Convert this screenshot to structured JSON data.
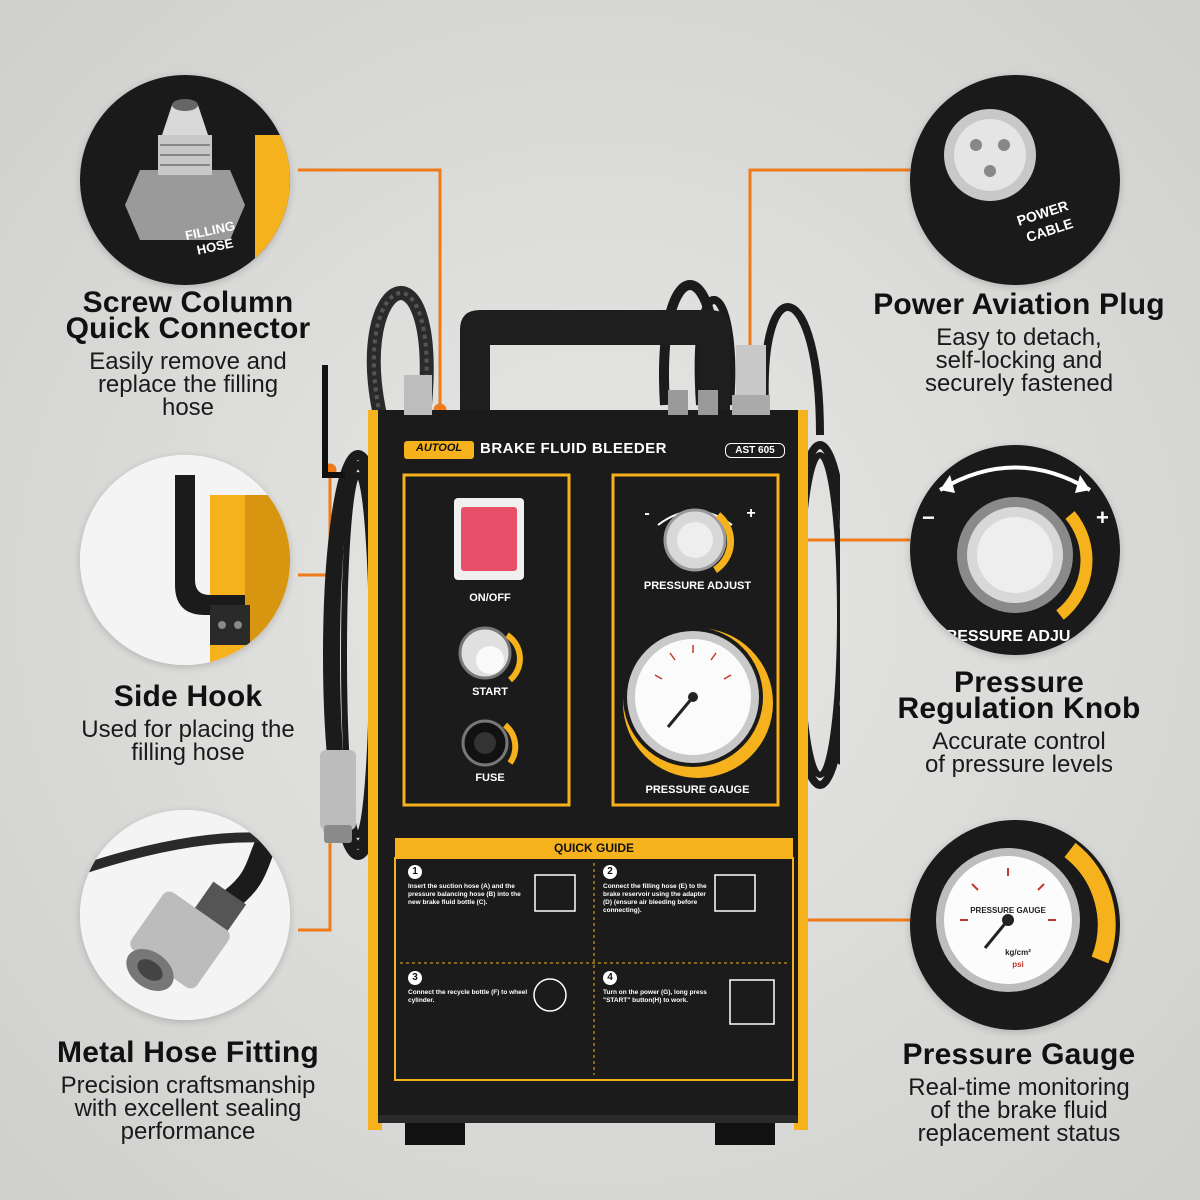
{
  "device": {
    "brand": "AUTOOL",
    "product_name": "BRAKE FLUID BLEEDER",
    "model": "AST 605",
    "controls": {
      "on_off_label": "ON/OFF",
      "start_label": "START",
      "fuse_label": "FUSE",
      "pressure_adjust_label": "PRESSURE ADJUST",
      "pressure_gauge_label": "PRESSURE GAUGE",
      "minus": "-",
      "plus": "+"
    },
    "quick_guide": {
      "title": "QUICK GUIDE",
      "steps": [
        {
          "number": "1",
          "text": "Insert the suction hose (A) and the pressure balancing hose (B) into the new brake fluid bottle (C)."
        },
        {
          "number": "2",
          "text": "Connect the filling hose (E) to the brake reservoir using the adapter (D) (ensure air bleeding before connecting)."
        },
        {
          "number": "3",
          "text": "Connect the recycle bottle (F) to wheel cylinder."
        },
        {
          "number": "4",
          "text": "Turn on the power (G), long press \"START\" button(H) to work."
        }
      ]
    }
  },
  "features": [
    {
      "id": "screw-column",
      "title_lines": [
        "Screw Column",
        "Quick Connector"
      ],
      "desc_lines": [
        "Easily remove and",
        "replace the filling",
        "hose"
      ],
      "circle_text": [
        "FILLING",
        "HOSE"
      ]
    },
    {
      "id": "side-hook",
      "title_lines": [
        "Side Hook"
      ],
      "desc_lines": [
        "Used for placing the",
        "filling hose"
      ]
    },
    {
      "id": "metal-hose",
      "title_lines": [
        "Metal Hose Fitting"
      ],
      "desc_lines": [
        "Precision craftsmanship",
        "with excellent sealing",
        "performance"
      ]
    },
    {
      "id": "power-plug",
      "title_lines": [
        "Power Aviation Plug"
      ],
      "desc_lines": [
        "Easy to detach,",
        "self-locking and",
        "securely fastened"
      ],
      "circle_text": [
        "POWER",
        "CABLE"
      ]
    },
    {
      "id": "pressure-knob",
      "title_lines": [
        "Pressure",
        "Regulation Knob"
      ],
      "desc_lines": [
        "Accurate control",
        "of pressure levels"
      ],
      "circle_text": [
        "PRESSURE ADJU"
      ]
    },
    {
      "id": "pressure-gauge",
      "title_lines": [
        "Pressure Gauge"
      ],
      "desc_lines": [
        "Real-time monitoring",
        "of the brake fluid",
        "replacement status"
      ],
      "circle_text": [
        "PRESSURE GAUGE",
        "kg/cm²",
        "psi"
      ]
    }
  ],
  "colors": {
    "accent_orange": "#f07a1a",
    "device_yellow": "#f5b21c",
    "device_black": "#1b1b1b",
    "switch_red": "#e8506a"
  }
}
